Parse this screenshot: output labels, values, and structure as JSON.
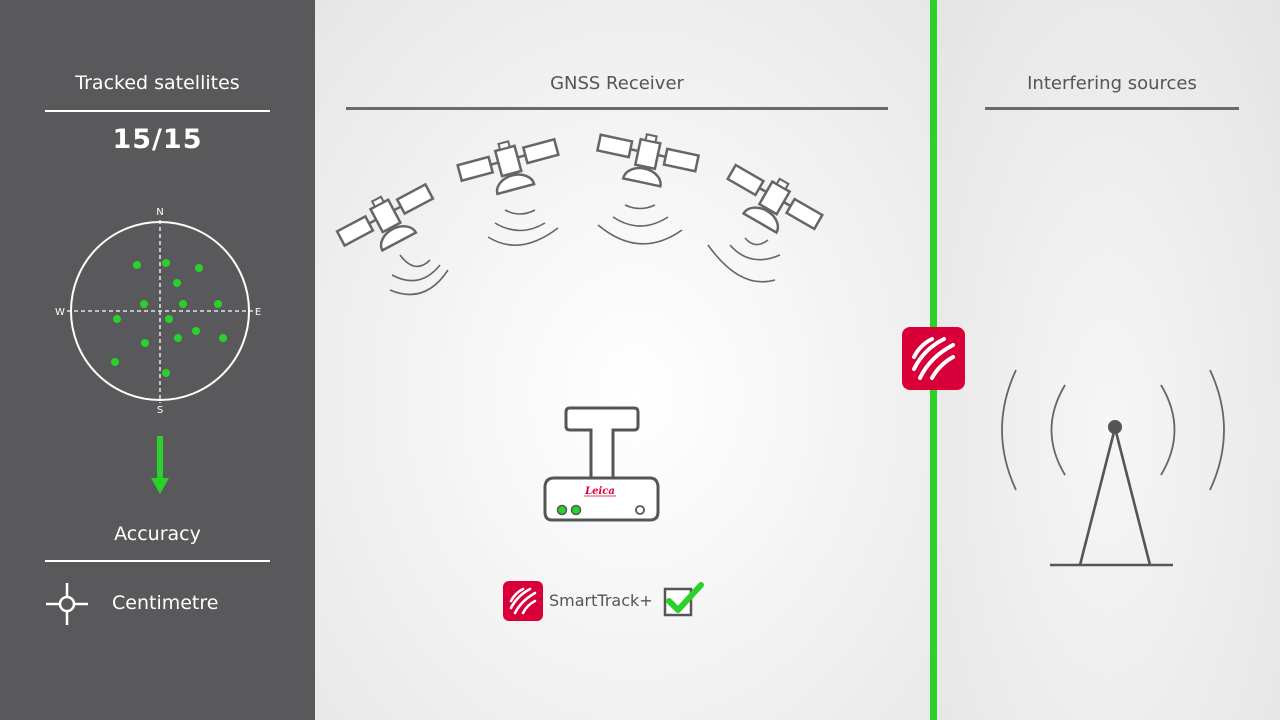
{
  "left_panel": {
    "tracked_title": "Tracked satellites",
    "count": "15/15",
    "compass": {
      "north": "N",
      "south": "S",
      "west": "W",
      "east": "E"
    },
    "accuracy_title": "Accuracy",
    "accuracy_value": "Centimetre",
    "satellite_dot_color": "#2ad12a",
    "arrow_color": "#2ad12a"
  },
  "center_panel": {
    "title": "GNSS Receiver",
    "device_brand": "Leica",
    "smarttrack_label": "SmartTrack+",
    "smarttrack_checked": true,
    "icons": [
      "satellite-icon",
      "satellite-icon",
      "satellite-icon",
      "satellite-icon",
      "gnss-receiver-icon",
      "smarttrack-logo-icon",
      "checkbox-checked-icon"
    ]
  },
  "right_panel": {
    "title": "Interfering sources",
    "icons": [
      "radio-tower-icon",
      "smarttrack-logo-icon"
    ]
  },
  "colors": {
    "left_bg": "#59595b",
    "accent_green": "#2ad12a",
    "brand_red": "#d9003a",
    "line_gray": "#6a6a6a"
  }
}
